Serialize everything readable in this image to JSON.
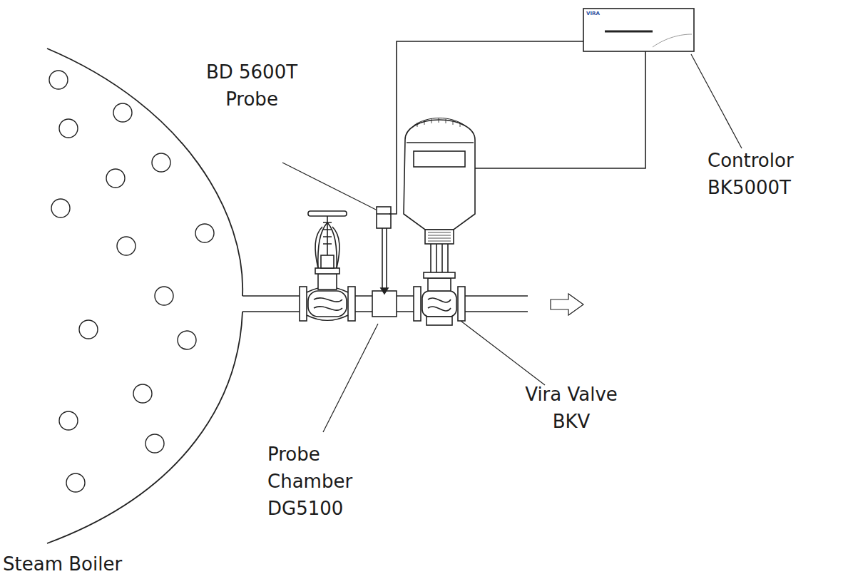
{
  "diagram": {
    "labels": [
      "BD 5600T Probe",
      "Probe Chamber DG5100",
      "Vira Valve BKV",
      "Controlor BK5000T",
      "Steam Boiler",
      "VIRA"
    ]
  }
}
